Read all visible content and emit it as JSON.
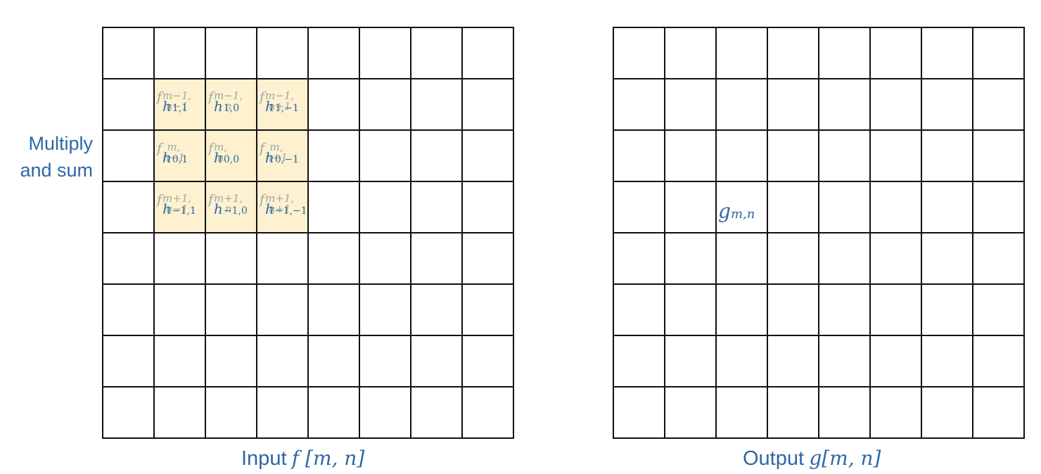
{
  "side_label": {
    "line1": "Multiply",
    "line2": "and sum"
  },
  "input_caption": {
    "word": "Input",
    "math": "f [m, n]"
  },
  "output_caption": {
    "word": "Output",
    "math": "g[m, n]"
  },
  "output_cell": {
    "symbol": "g",
    "subscript": "m,n",
    "row": 3,
    "col": 2
  },
  "grid": {
    "rows": 8,
    "cols": 8
  },
  "kernel": [
    {
      "row": 1,
      "col": 1,
      "f_sup": "m−1,",
      "f_sub": "n−1",
      "h": "h",
      "h_sub": "1,1"
    },
    {
      "row": 1,
      "col": 2,
      "f_sup": "m−1,",
      "f_sub": "n",
      "h": "h",
      "h_sub": "1,0"
    },
    {
      "row": 1,
      "col": 3,
      "f_sup": "m−1,",
      "f_sub": "n+1",
      "h": "h",
      "h_sub": "1,−1"
    },
    {
      "row": 2,
      "col": 1,
      "f_sup": "m,",
      "f_sub": "n−1",
      "h": "h",
      "h_sub": "0,1"
    },
    {
      "row": 2,
      "col": 2,
      "f_sup": "m,",
      "f_sub": "n",
      "h": "h",
      "h_sub": "0,0"
    },
    {
      "row": 2,
      "col": 3,
      "f_sup": "m,",
      "f_sub": "n+1",
      "h": "h",
      "h_sub": "0,−1"
    },
    {
      "row": 3,
      "col": 1,
      "f_sup": "m+1,",
      "f_sub": "n−1",
      "h": "h",
      "h_sub": "−1,1"
    },
    {
      "row": 3,
      "col": 2,
      "f_sup": "m+1,",
      "f_sub": "n",
      "h": "h",
      "h_sub": "−1,0"
    },
    {
      "row": 3,
      "col": 3,
      "f_sup": "m+1,",
      "f_sub": "n+1",
      "h": "h",
      "h_sub": "−1,−1"
    }
  ],
  "colors": {
    "label_blue": "#2e67a6",
    "highlight": "#fdf1cf",
    "f_gray": "#9aa9a4",
    "grid_line": "#111111"
  }
}
